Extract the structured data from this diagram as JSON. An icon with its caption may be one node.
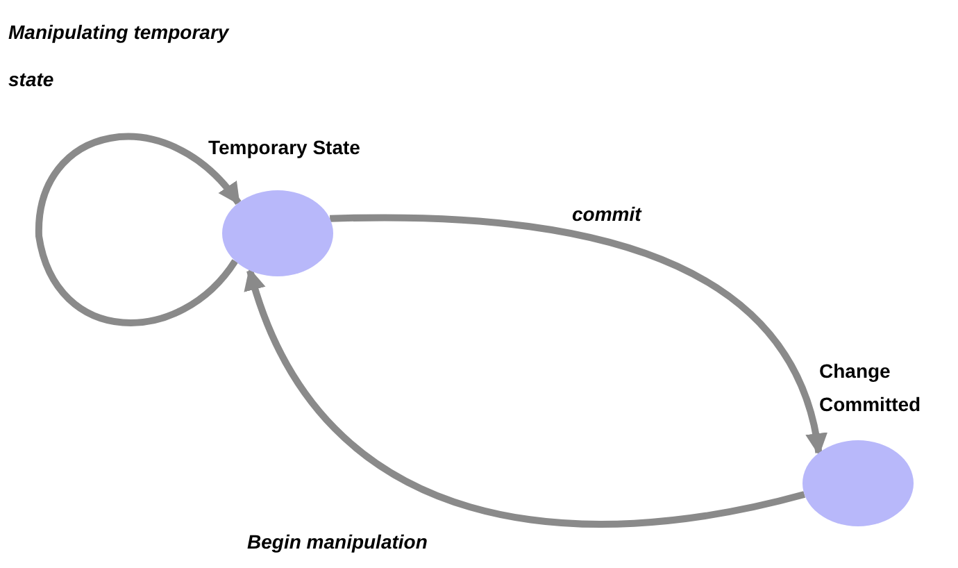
{
  "diagram": {
    "nodes": [
      {
        "text": [
          "Temporary State"
        ]
      },
      {
        "text": [
          "Change Committed"
        ]
      }
    ],
    "edges": [
      {
        "from": 0,
        "to": 0,
        "arrow": "to",
        "label": "Manipulating temporary state"
      },
      {
        "from": 0,
        "to": 1,
        "arrow": "to",
        "label": "commit"
      },
      {
        "from": 1,
        "to": 0,
        "arrow": "to",
        "label": "Begin manipulation"
      }
    ]
  }
}
